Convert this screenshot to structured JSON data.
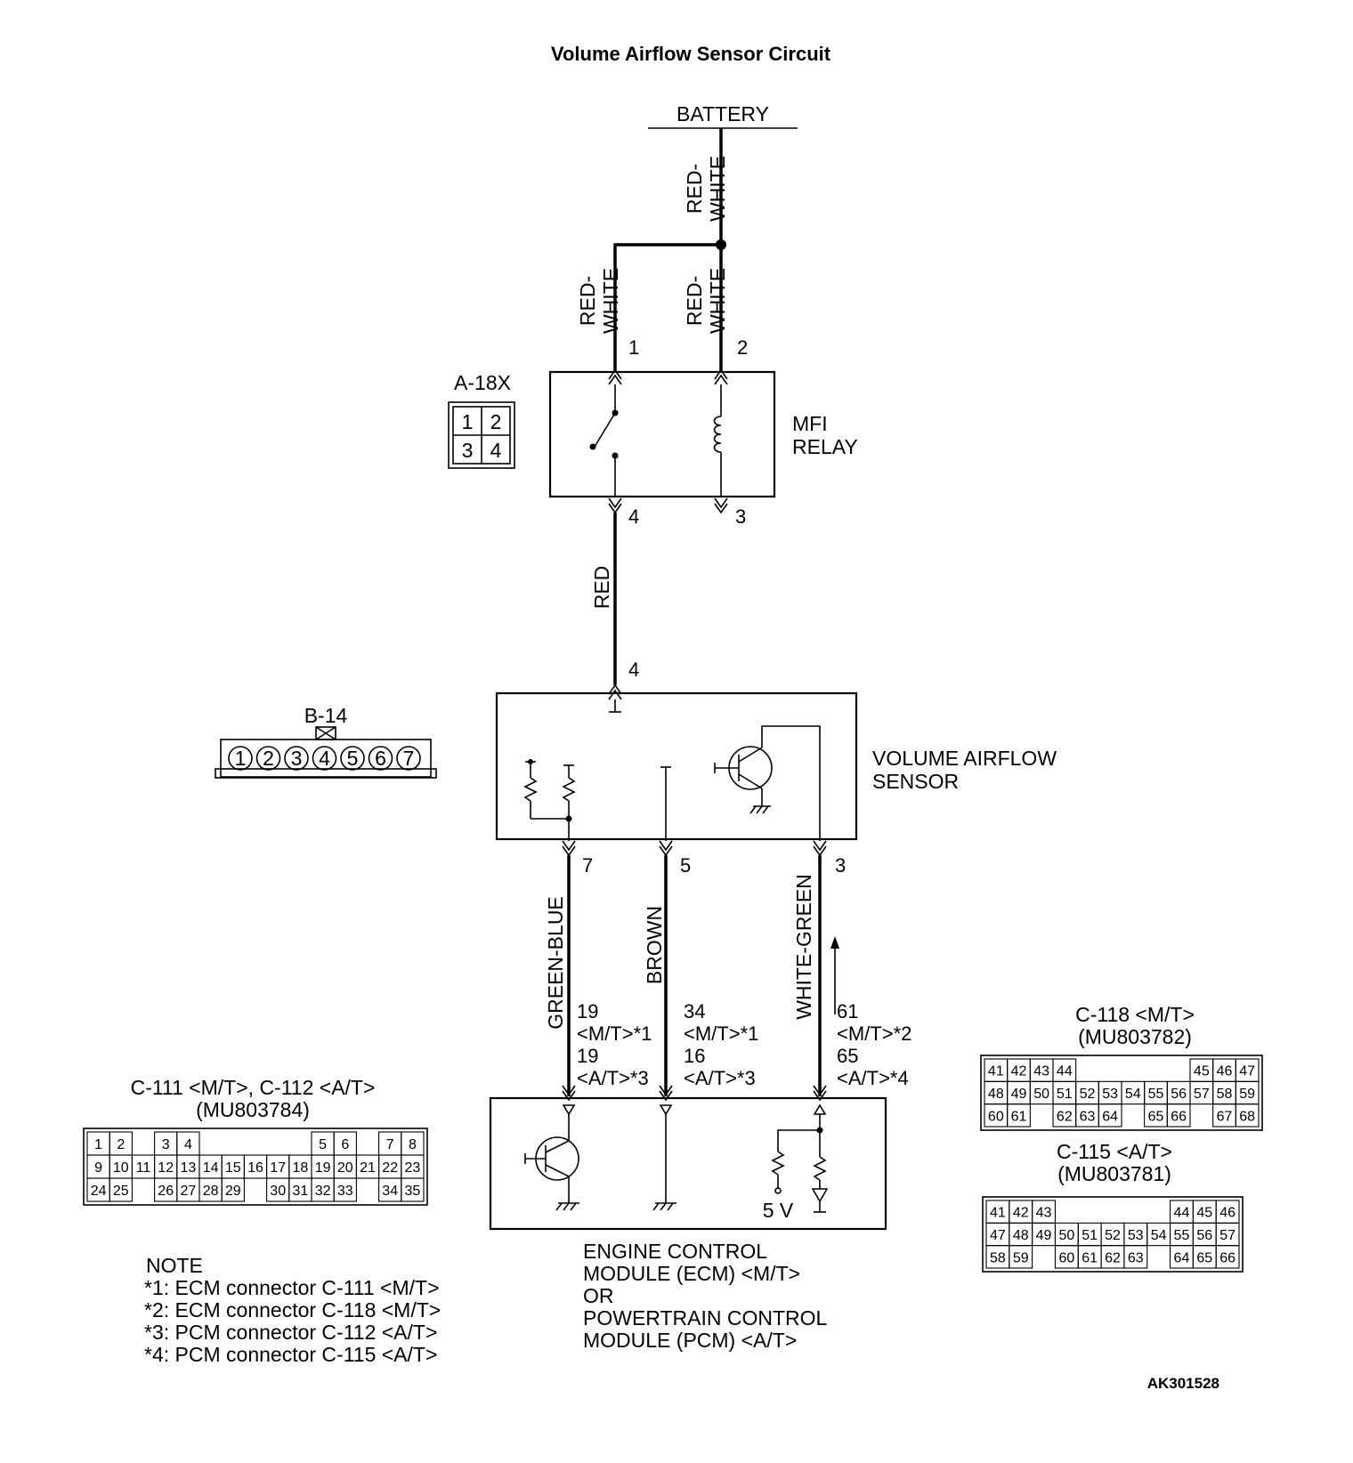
{
  "title": "Volume Airflow Sensor Circuit",
  "image_code": "AK301528",
  "battery": {
    "label": "BATTERY"
  },
  "wires": {
    "battery_top": [
      "RED-",
      "WHITE"
    ],
    "relay_pin1": [
      "RED-",
      "WHITE"
    ],
    "relay_pin2": [
      "RED-",
      "WHITE"
    ],
    "red": "RED",
    "green_blue": "GREEN-BLUE",
    "brown": "BROWN",
    "white_green": "WHITE-GREEN"
  },
  "mfi_relay": {
    "label_lines": [
      "MFI",
      "RELAY"
    ],
    "pins": {
      "p1": "1",
      "p2": "2",
      "p3": "3",
      "p4": "4"
    }
  },
  "connector_a18x": {
    "name": "A-18X",
    "pins": [
      "1",
      "2",
      "3",
      "4"
    ]
  },
  "connector_b14": {
    "name": "B-14",
    "pins": [
      "1",
      "2",
      "3",
      "4",
      "5",
      "6",
      "7"
    ]
  },
  "vaf_sensor": {
    "label_lines": [
      "VOLUME AIRFLOW",
      "SENSOR"
    ],
    "pins": {
      "top": "4",
      "p7": "7",
      "p5": "5",
      "p3": "3"
    }
  },
  "ecm_pins": {
    "gb": [
      "19",
      "<M/T>*1",
      "19",
      "<A/T>*3"
    ],
    "br": [
      "34",
      "<M/T>*1",
      "16",
      "<A/T>*3"
    ],
    "wg": [
      "61",
      "<M/T>*2",
      "65",
      "<A/T>*4"
    ]
  },
  "ecm": {
    "label_lines": [
      "ENGINE CONTROL",
      "MODULE (ECM) <M/T>",
      "OR",
      "POWERTRAIN CONTROL",
      "MODULE (PCM) <A/T>"
    ],
    "voltage": "5 V"
  },
  "connector_c111": {
    "title_lines": [
      "C-111 <M/T>, C-112 <A/T>",
      "(MU803784)"
    ],
    "rows": [
      [
        "1",
        "2",
        "",
        "3",
        "4",
        "",
        "",
        "",
        "",
        "",
        "5",
        "6",
        "",
        "7",
        "8"
      ],
      [
        "9",
        "10",
        "11",
        "12",
        "13",
        "14",
        "15",
        "16",
        "17",
        "18",
        "19",
        "20",
        "21",
        "22",
        "23"
      ],
      [
        "24",
        "25",
        "",
        "26",
        "27",
        "28",
        "29",
        "",
        "30",
        "31",
        "32",
        "33",
        "",
        "34",
        "35"
      ]
    ]
  },
  "connector_c118": {
    "title_lines": [
      "C-118 <M/T>",
      "(MU803782)"
    ],
    "rows": [
      [
        "41",
        "42",
        "43",
        "44",
        "",
        "",
        "",
        "",
        "",
        "45",
        "46",
        "47"
      ],
      [
        "48",
        "49",
        "50",
        "51",
        "52",
        "53",
        "54",
        "55",
        "56",
        "57",
        "58",
        "59"
      ],
      [
        "60",
        "61",
        "",
        "62",
        "63",
        "64",
        "",
        "65",
        "66",
        "",
        "67",
        "68"
      ]
    ]
  },
  "connector_c115": {
    "title_lines": [
      "C-115 <A/T>",
      "(MU803781)"
    ],
    "rows": [
      [
        "41",
        "42",
        "43",
        "",
        "",
        "",
        "",
        "",
        "44",
        "45",
        "46"
      ],
      [
        "47",
        "48",
        "49",
        "50",
        "51",
        "52",
        "53",
        "54",
        "55",
        "56",
        "57"
      ],
      [
        "58",
        "59",
        "",
        "60",
        "61",
        "62",
        "63",
        "",
        "64",
        "65",
        "66"
      ]
    ]
  },
  "note": {
    "heading": "NOTE",
    "lines": [
      "*1: ECM connector C-111 <M/T>",
      "*2: ECM connector C-118 <M/T>",
      "*3: PCM connector C-112 <A/T>",
      "*4: PCM connector C-115 <A/T>"
    ]
  }
}
